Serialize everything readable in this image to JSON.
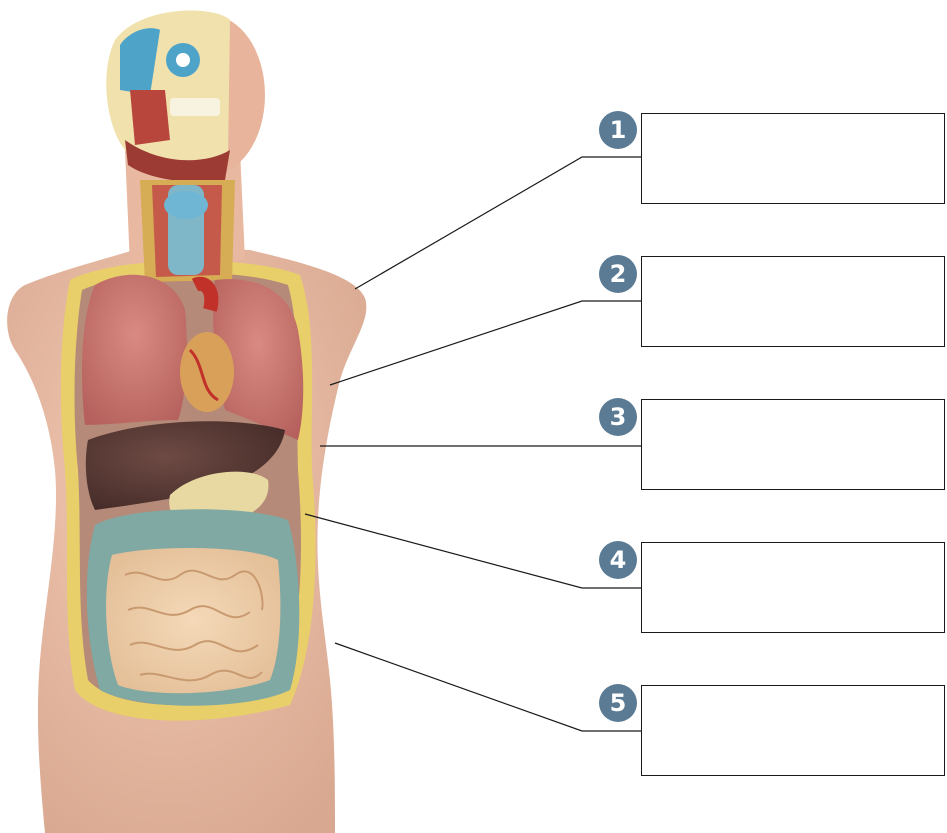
{
  "colors": {
    "marker": "#5b7b95",
    "leader_line": "#1a1a1a",
    "box_border": "#1a1a1a"
  },
  "labels": [
    {
      "number": "1",
      "answer": ""
    },
    {
      "number": "2",
      "answer": ""
    },
    {
      "number": "3",
      "answer": ""
    },
    {
      "number": "4",
      "answer": ""
    },
    {
      "number": "5",
      "answer": ""
    }
  ]
}
